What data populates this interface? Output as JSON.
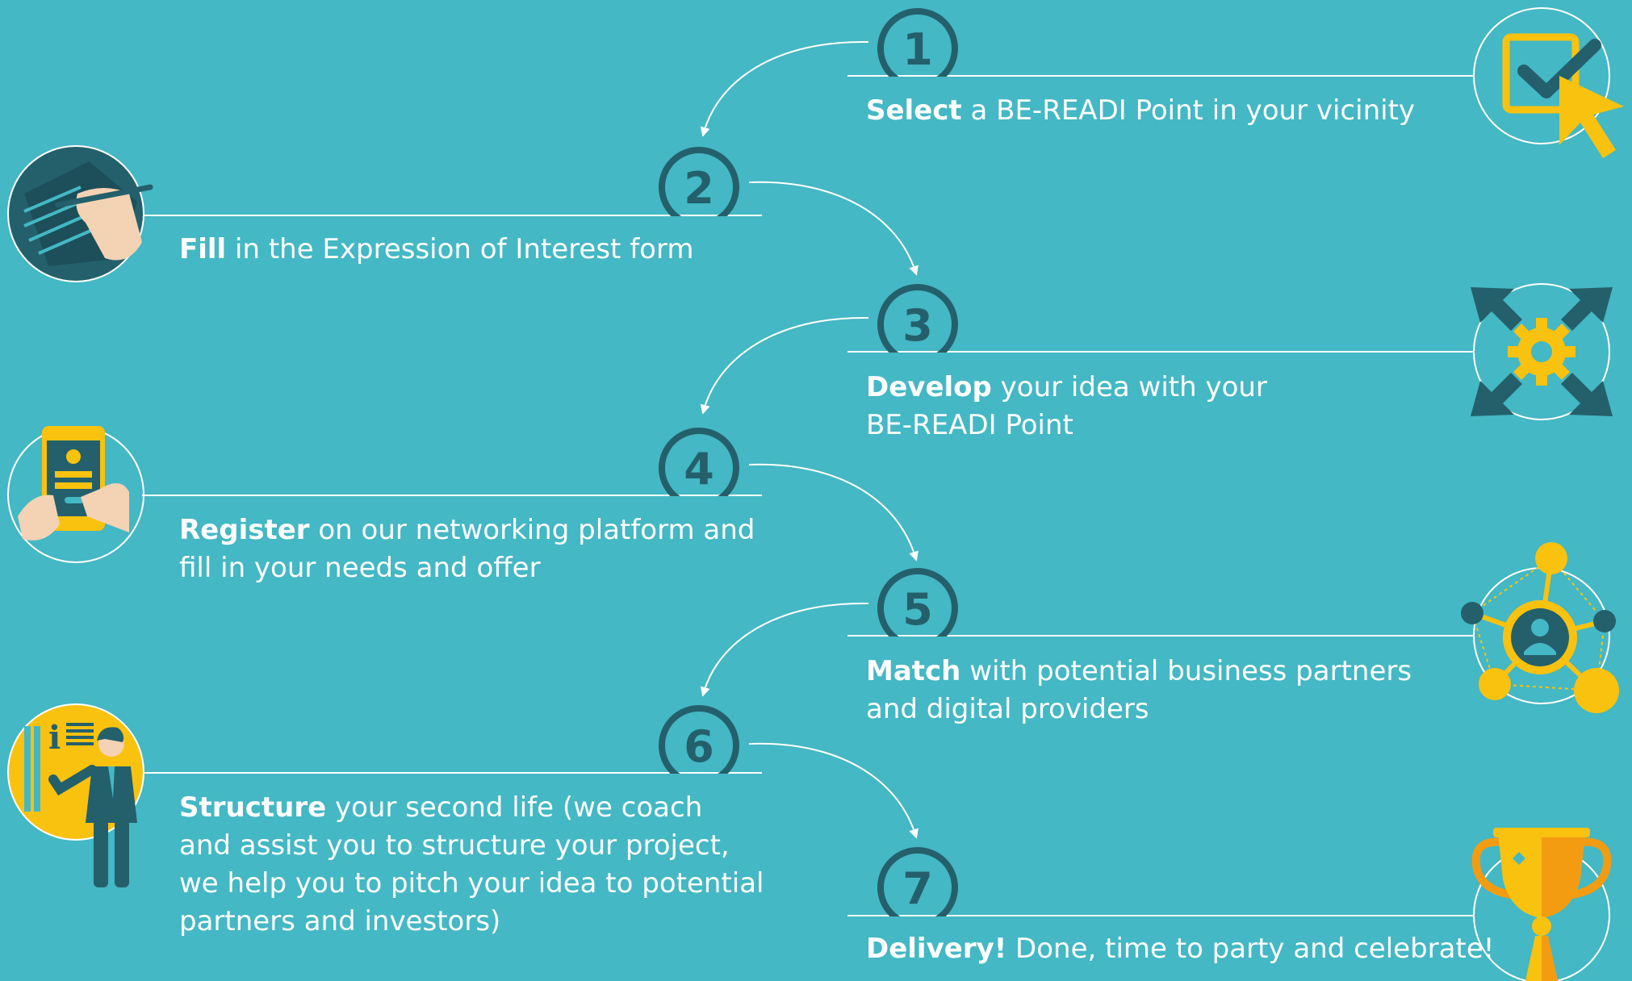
{
  "steps": [
    {
      "number": "1",
      "verb": "Select",
      "lines": [
        " a BE-READI Point in your vicinity"
      ],
      "icon": "select-checkbox-cursor-icon"
    },
    {
      "number": "2",
      "verb": "Fill",
      "lines": [
        " in the Expression of Interest form"
      ],
      "icon": "hand-signing-form-icon"
    },
    {
      "number": "3",
      "verb": "Develop",
      "lines": [
        " your idea with your",
        "BE-READI Point"
      ],
      "icon": "gear-expand-arrows-icon"
    },
    {
      "number": "4",
      "verb": "Register",
      "lines": [
        " on our networking platform and",
        "fill in your needs and offer"
      ],
      "icon": "smartphone-registration-icon"
    },
    {
      "number": "5",
      "verb": "Match",
      "lines": [
        " with potential business partners",
        "and digital providers"
      ],
      "icon": "network-user-icon"
    },
    {
      "number": "6",
      "verb": "Structure",
      "lines": [
        " your second life (we coach",
        "and assist you to structure your project,",
        "we help you to pitch your idea to potential",
        "partners and investors)"
      ],
      "icon": "presenter-coach-icon"
    },
    {
      "number": "7",
      "verb": "Delivery!",
      "lines": [
        " Done, time to party and celebrate!"
      ],
      "icon": "trophy-icon"
    }
  ],
  "colors": {
    "background": "#44b8c4",
    "dark": "#24606c",
    "accent": "#f9c20f",
    "line": "#ffffff"
  }
}
